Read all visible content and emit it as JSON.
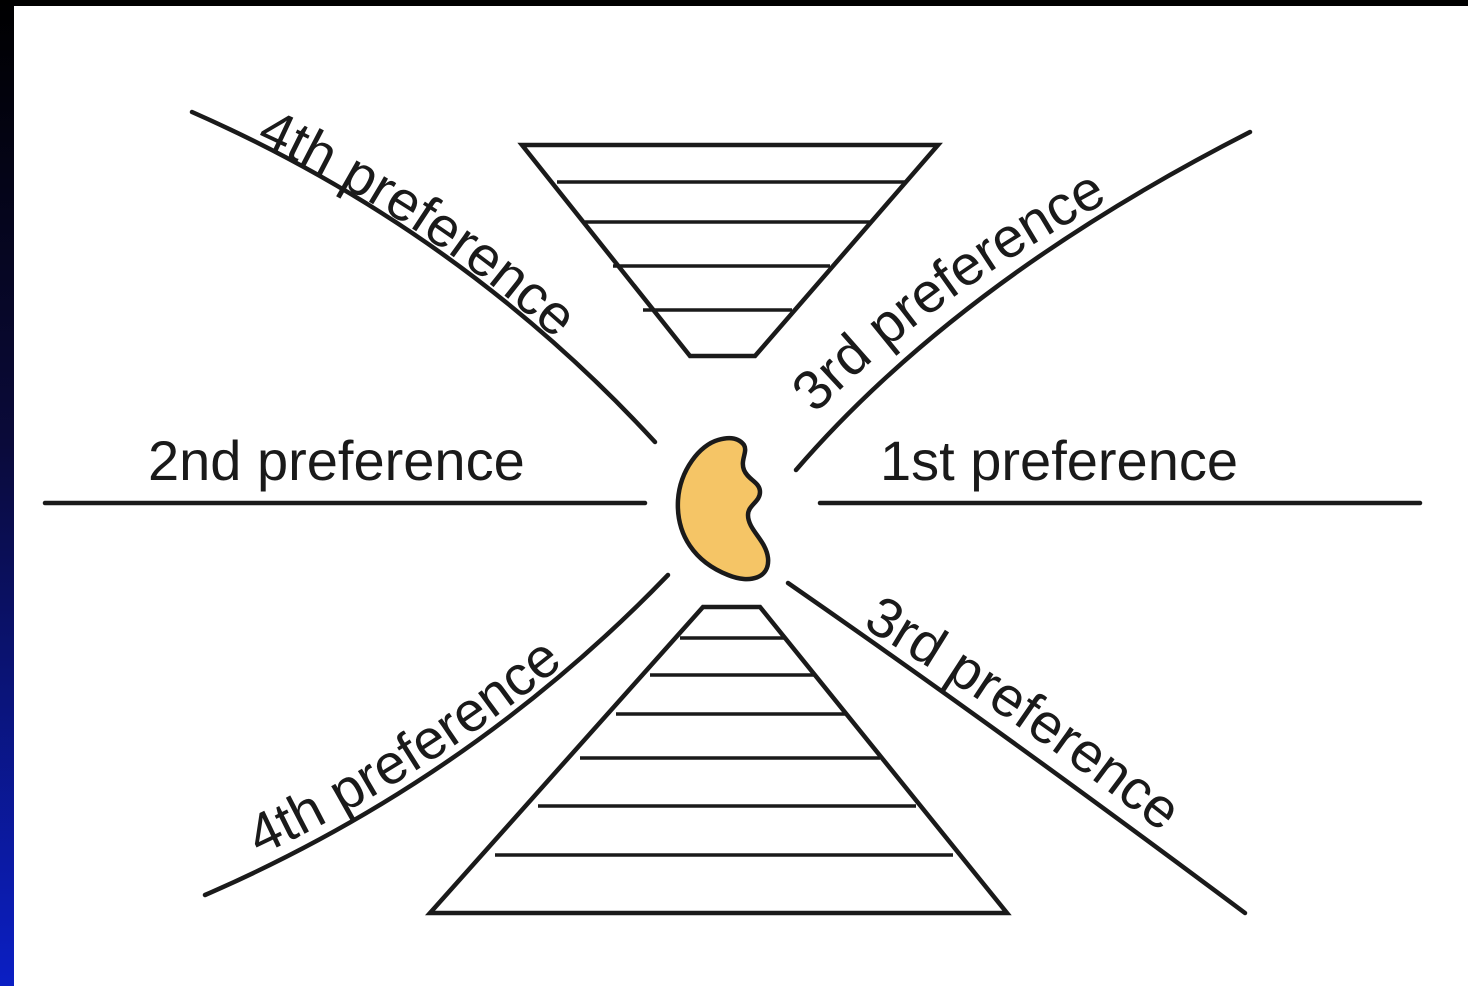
{
  "diagram": {
    "labels": {
      "first": "1st preference",
      "second": "2nd preference",
      "third_upper": "3rd preference",
      "third_lower": "3rd preference",
      "fourth_upper": "4th preference",
      "fourth_lower": "4th preference"
    },
    "colors": {
      "frame_top": "#000000",
      "frame_bottom": "#0b1fc4",
      "panel": "#ffffff",
      "ink": "#1a1a1a",
      "kidney_fill": "#f5c566"
    },
    "icons": {
      "center": "kidney-icon"
    }
  }
}
